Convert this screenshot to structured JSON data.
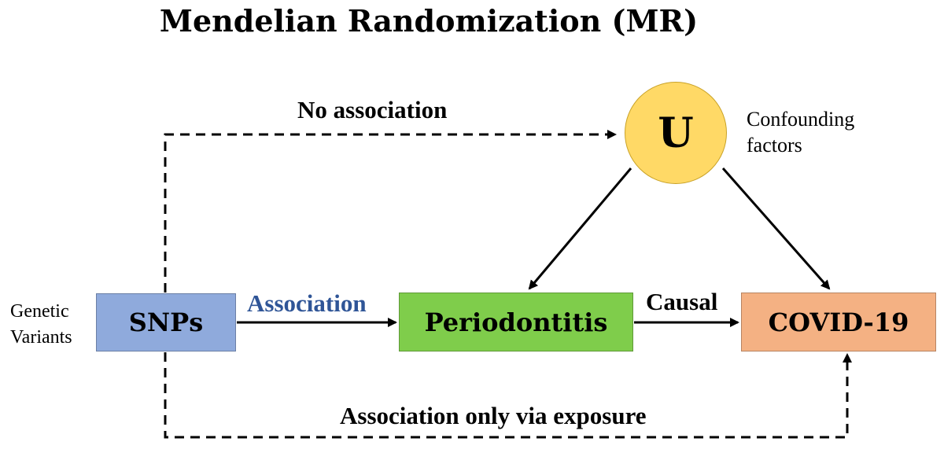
{
  "title": "Mendelian Randomization (MR)",
  "nodes": {
    "snps": {
      "label": "SNPs",
      "color": "#8faadc"
    },
    "periodontitis": {
      "label": "Periodontitis",
      "color": "#7fcd4b"
    },
    "covid": {
      "label": "COVID-19",
      "color": "#f4b183"
    },
    "confounder": {
      "label": "U",
      "color": "#ffd966"
    }
  },
  "labels": {
    "no_association": "No association",
    "association": "Association",
    "causal": "Causal",
    "association_via_exposure": "Association only via exposure",
    "confounding_line1": "Confounding",
    "confounding_line2": "factors",
    "genetic_line1": "Genetic",
    "genetic_line2": "Variants"
  },
  "colors": {
    "association_text": "#2f5597",
    "line": "#000000"
  }
}
